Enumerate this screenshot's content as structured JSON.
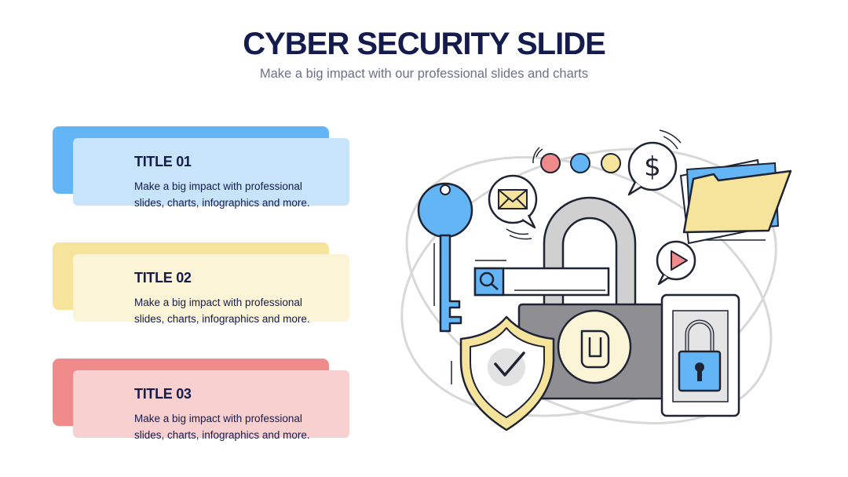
{
  "header": {
    "title": "CYBER SECURITY SLIDE",
    "subtitle": "Make a big impact with our professional slides and charts"
  },
  "cards": [
    {
      "title": "TITLE 01",
      "line1": "Make a big impact with professional",
      "line2": "slides, charts, infographics and more."
    },
    {
      "title": "TITLE 02",
      "line1": "Make a big impact with professional",
      "line2": "slides, charts, infographics and more."
    },
    {
      "title": "TITLE 03",
      "line1": "Make a big impact with professional",
      "line2": "slides, charts, infographics and more."
    }
  ],
  "illustration": {
    "currency_symbol": "$",
    "icons": [
      "key-icon",
      "mail-icon",
      "dollar-icon",
      "folder-icon",
      "play-icon",
      "search-icon",
      "padlock-icon",
      "shield-check-icon",
      "phone-lock-icon"
    ]
  },
  "colors": {
    "heading": "#141b4d",
    "blue": "#64b5f6",
    "yellow": "#f6e39c",
    "red": "#f08b8b"
  }
}
